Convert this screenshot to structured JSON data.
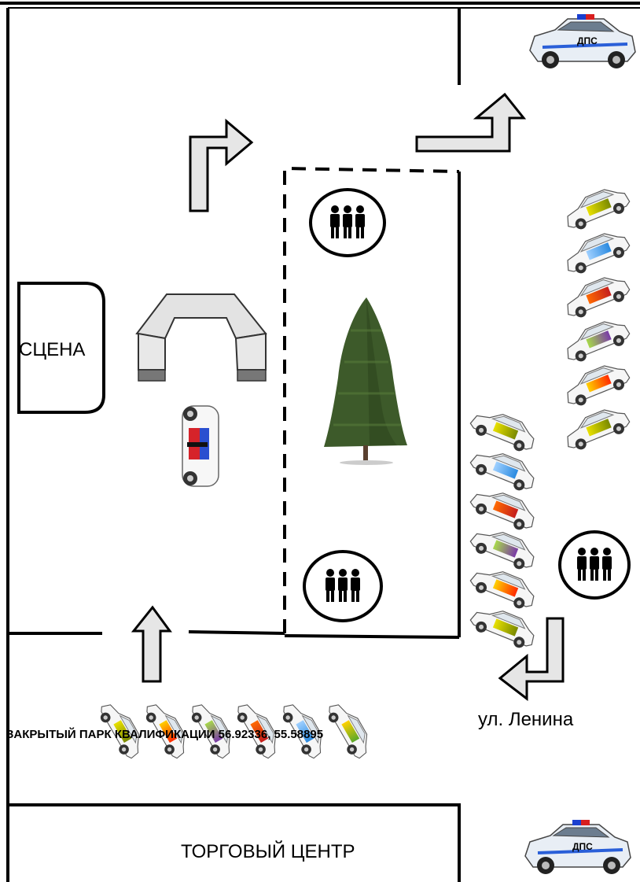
{
  "labels": {
    "stage": "СЦЕНА",
    "closed_park": "ЗАКРЫТЫЙ ПАРК КВАЛИФИКАЦИИ 56.92336, 55.58895",
    "street": "ул. Ленина",
    "mall": "ТОРГОВЫЙ  ЦЕНТР"
  },
  "police_badge": "ДПС",
  "icons": {
    "police_car": "police-car-icon",
    "rally_car": "rally-car-icon",
    "spectators": "spectators-group-icon",
    "tree": "christmas-tree-icon",
    "arch": "start-arch-icon",
    "arrow": "direction-arrow-icon"
  },
  "car_stripe_colors": [
    [
      "#e8e000",
      "#7a8a00"
    ],
    [
      "#ffd000",
      "#ff2a00"
    ],
    [
      "#a7d84a",
      "#7a3aa8"
    ],
    [
      "#ff6a00",
      "#c41e1e"
    ],
    [
      "#9fd0ff",
      "#2a8ae0"
    ],
    [
      "#ffd000",
      "#5aa828"
    ]
  ],
  "colors": {
    "line": "#000000",
    "arrow_fill": "#e6e6e6",
    "police_body": "#e8eef5",
    "tree_green": "#3d5a2a"
  }
}
